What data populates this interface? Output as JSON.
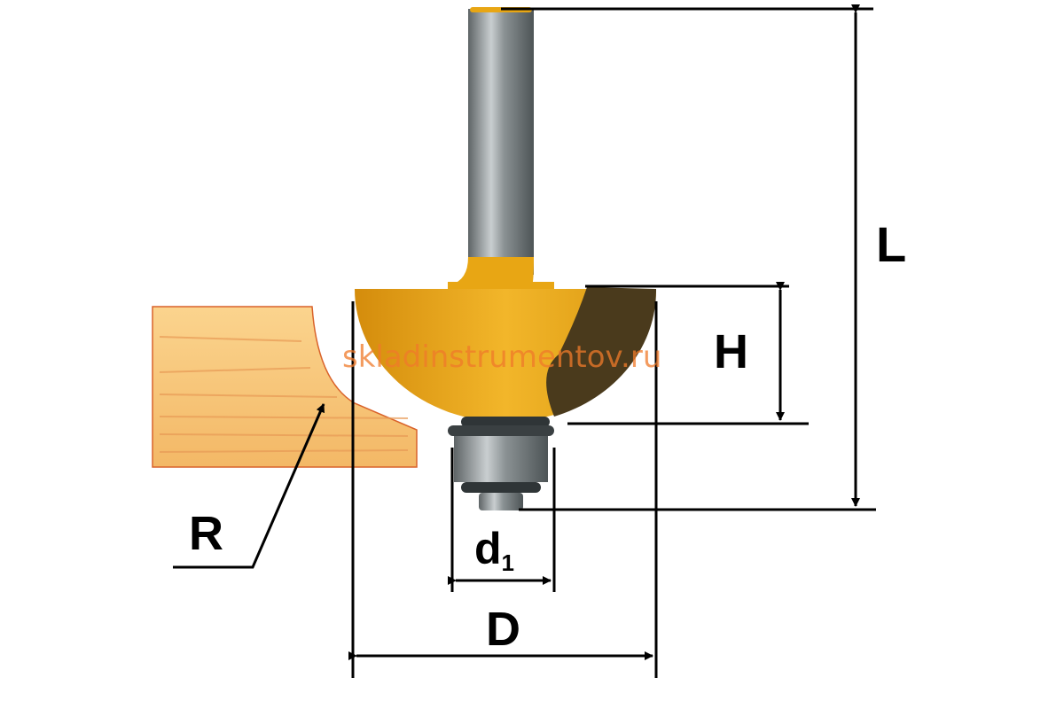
{
  "labels": {
    "L": "L",
    "H": "H",
    "d": "d",
    "d_sub": "1",
    "D": "D",
    "R": "R"
  },
  "watermark": "skladinstrumentov.ru",
  "colors": {
    "body": "#e8a614",
    "carbide": "#4a3a1c",
    "shank": "#8d9496",
    "wood": "#f7c77a",
    "watermark": "#f07a2a"
  }
}
